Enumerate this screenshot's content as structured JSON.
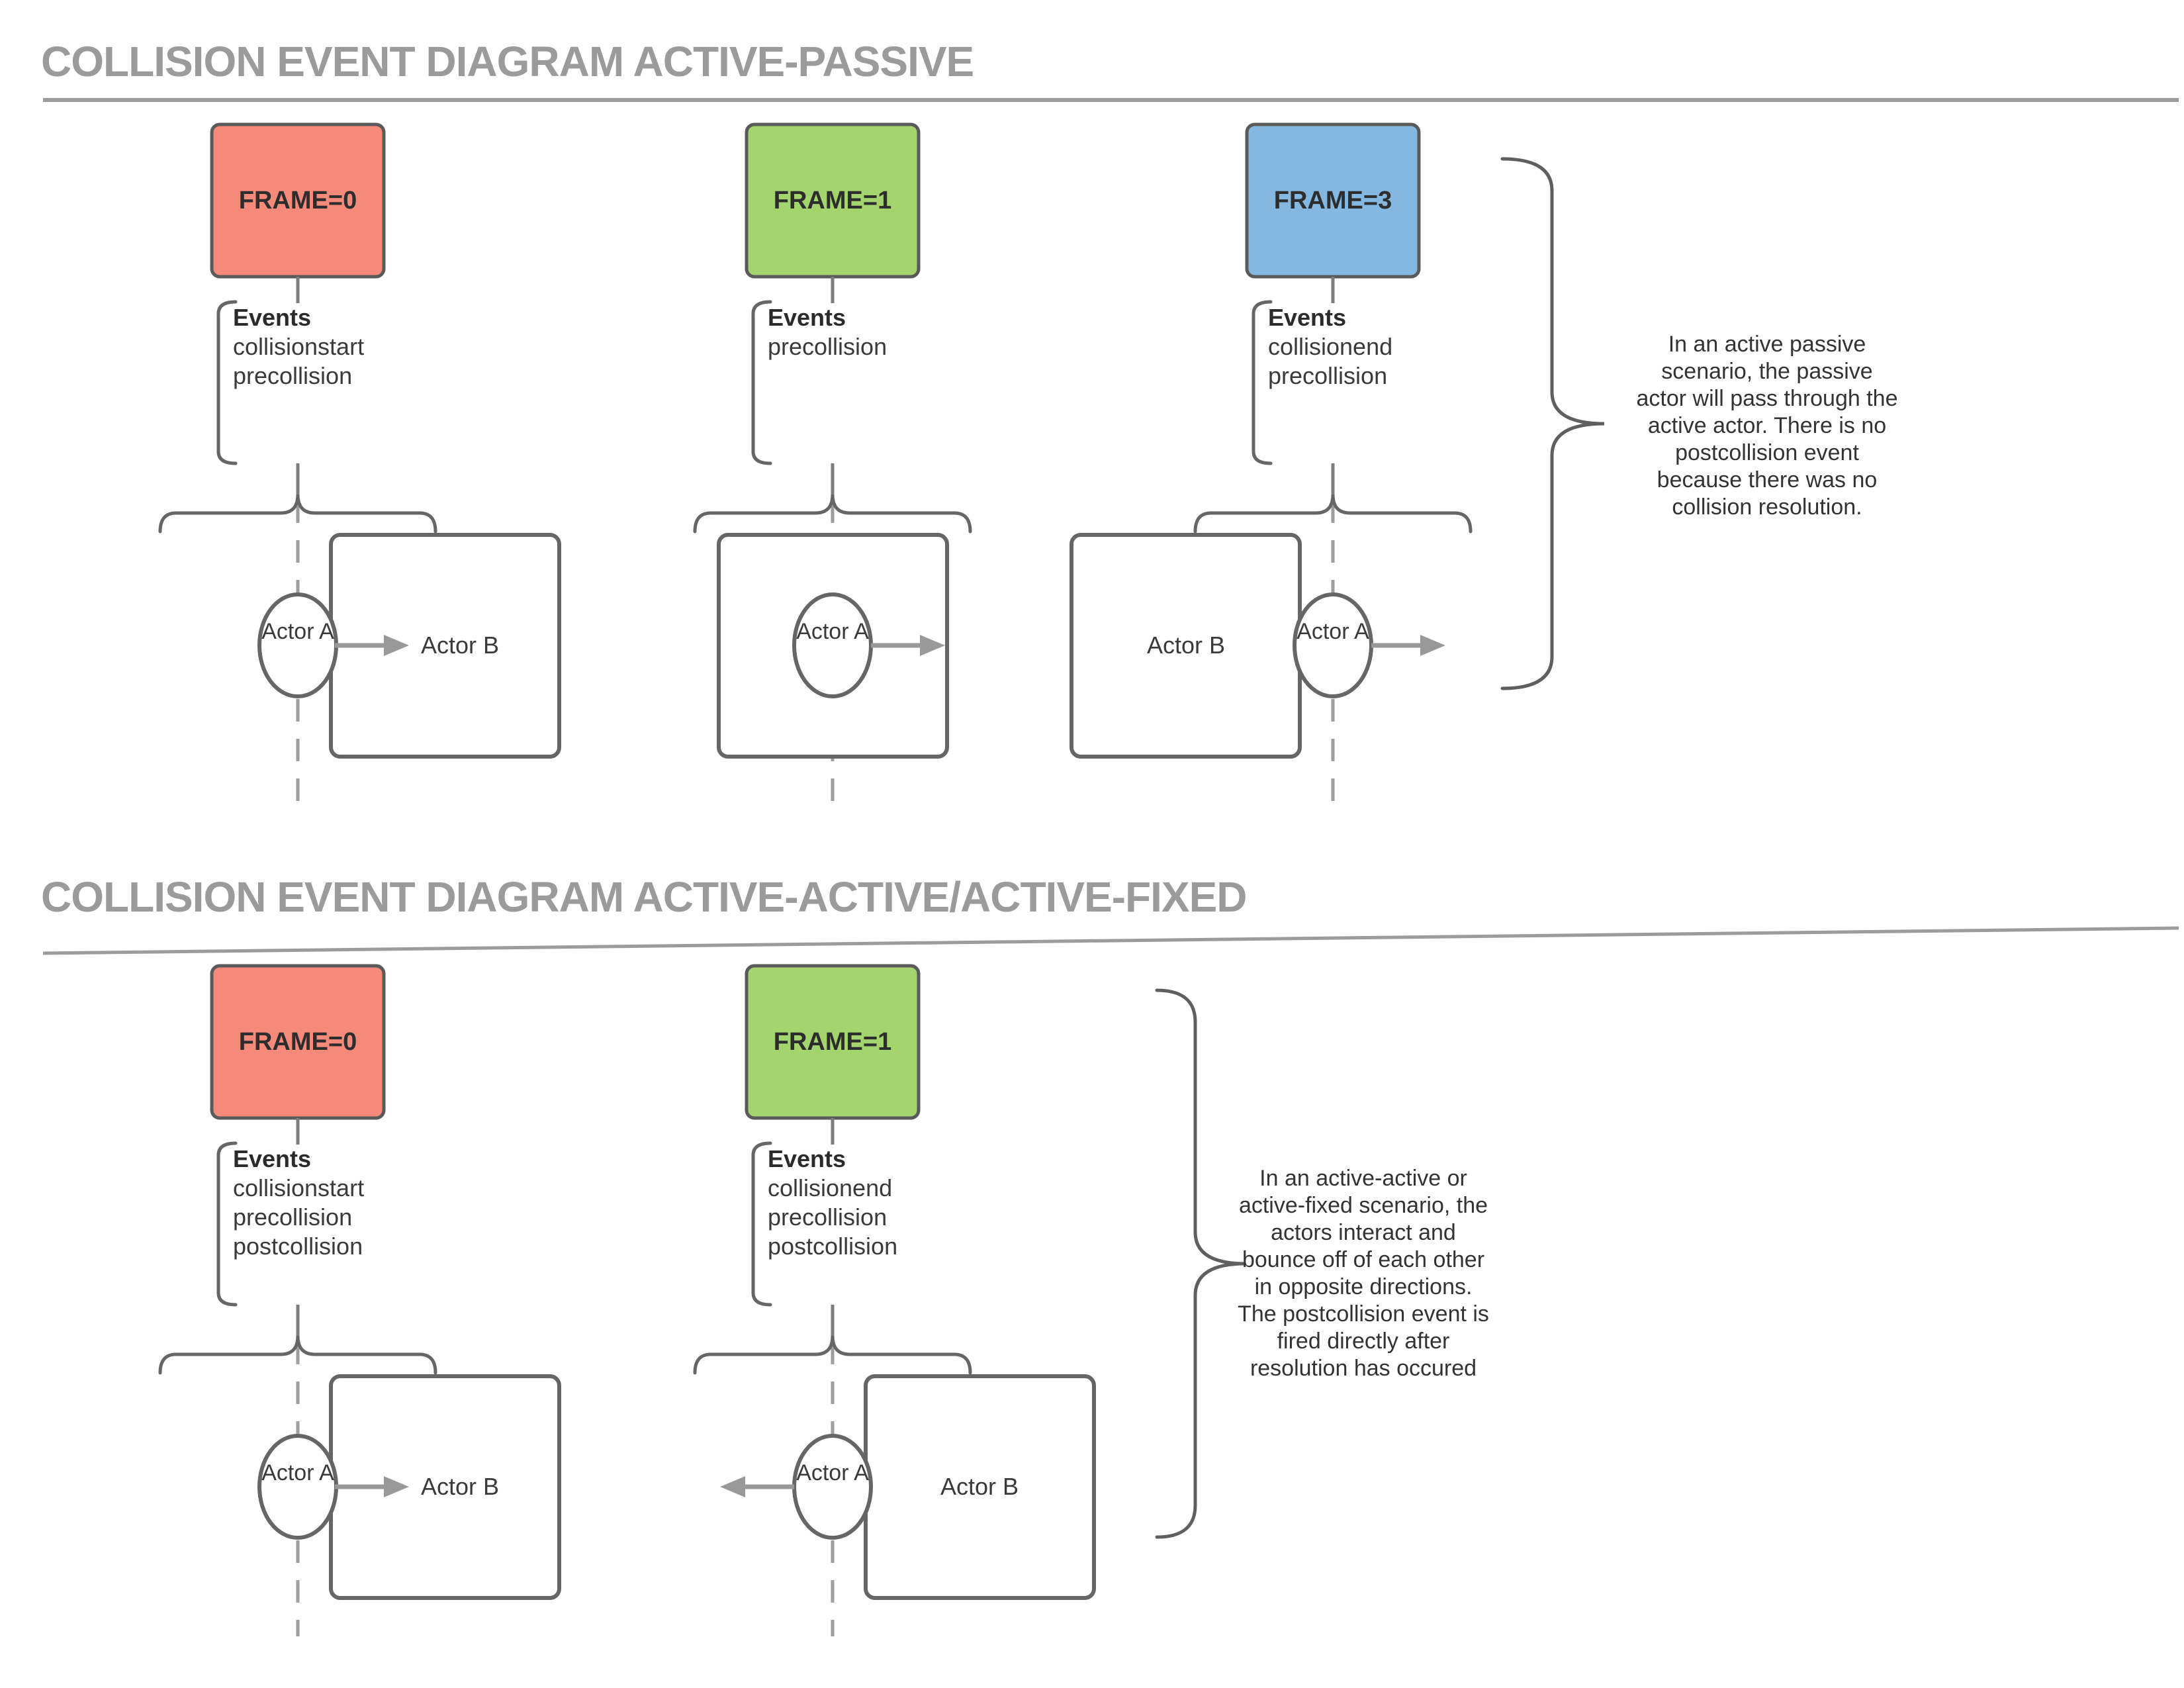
{
  "colors": {
    "frame_red": "#F58A7B",
    "frame_green": "#A4D46E",
    "frame_blue": "#85B8E1",
    "shape_stroke": "#666666",
    "arrow_gray": "#999999",
    "title_gray": "#9b9b9b"
  },
  "sections": [
    {
      "title": "COLLISION EVENT DIAGRAM ACTIVE-PASSIVE",
      "annotation": "In an active passive\nscenario, the passive\nactor will pass through the\nactive actor. There is no\npostcollision event\nbecause there was no\ncollision resolution.",
      "frames": [
        {
          "label": "FRAME=0",
          "color": "#F58A7B",
          "events_heading": "Events",
          "events": [
            "collisionstart",
            "precollision"
          ],
          "actor_a": "Actor A",
          "actor_b": "Actor B",
          "arrow": "right"
        },
        {
          "label": "FRAME=1",
          "color": "#A4D46E",
          "events_heading": "Events",
          "events": [
            "precollision"
          ],
          "actor_a": "Actor A",
          "arrow": "right"
        },
        {
          "label": "FRAME=3",
          "color": "#85B8E1",
          "events_heading": "Events",
          "events": [
            "collisionend",
            "precollision"
          ],
          "actor_a": "Actor A",
          "actor_b": "Actor B",
          "arrow": "right"
        }
      ]
    },
    {
      "title": "COLLISION EVENT DIAGRAM ACTIVE-ACTIVE/ACTIVE-FIXED",
      "annotation": "In an active-active or\nactive-fixed scenario, the\nactors interact and\nbounce off of each other\nin opposite directions.\nThe postcollision event is\nfired directly after\nresolution has occured",
      "frames": [
        {
          "label": "FRAME=0",
          "color": "#F58A7B",
          "events_heading": "Events",
          "events": [
            "collisionstart",
            "precollision",
            "postcollision"
          ],
          "actor_a": "Actor A",
          "actor_b": "Actor B",
          "arrow": "right"
        },
        {
          "label": "FRAME=1",
          "color": "#A4D46E",
          "events_heading": "Events",
          "events": [
            "collisionend",
            "precollision",
            "postcollision"
          ],
          "actor_a": "Actor A",
          "actor_b": "Actor B",
          "arrow": "left"
        }
      ]
    }
  ]
}
